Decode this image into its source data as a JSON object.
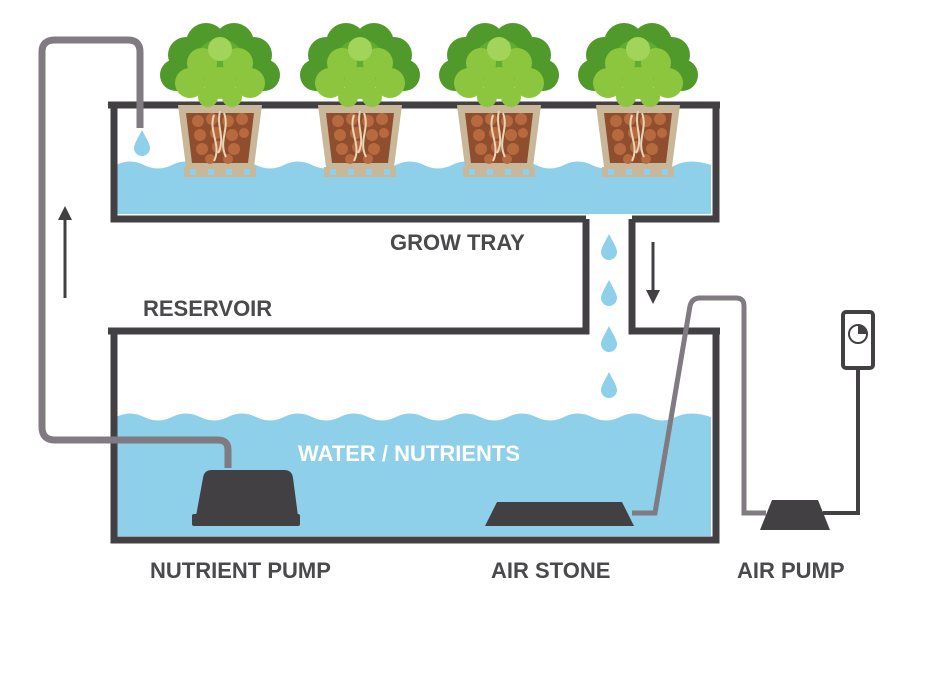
{
  "labels": {
    "grow_tray": "GROW TRAY",
    "reservoir": "RESERVOIR",
    "water_nutrients": "WATER / NUTRIENTS",
    "nutrient_pump": "NUTRIENT PUMP",
    "air_stone": "AIR STONE",
    "air_pump": "AIR PUMP"
  },
  "colors": {
    "outline": "#434044",
    "tube": "#7f7b80",
    "water": "#8ecfe9",
    "pot": "#c9b79a",
    "clay": "#a5613d",
    "leaf_dark": "#4f9a2a",
    "leaf_light": "#8cc63f",
    "text": "#4a4a4c"
  },
  "icons": [
    "plant-icon",
    "water-drop-icon",
    "arrow-up-icon",
    "arrow-down-icon",
    "pump-icon",
    "air-stone-icon",
    "timer-icon"
  ]
}
